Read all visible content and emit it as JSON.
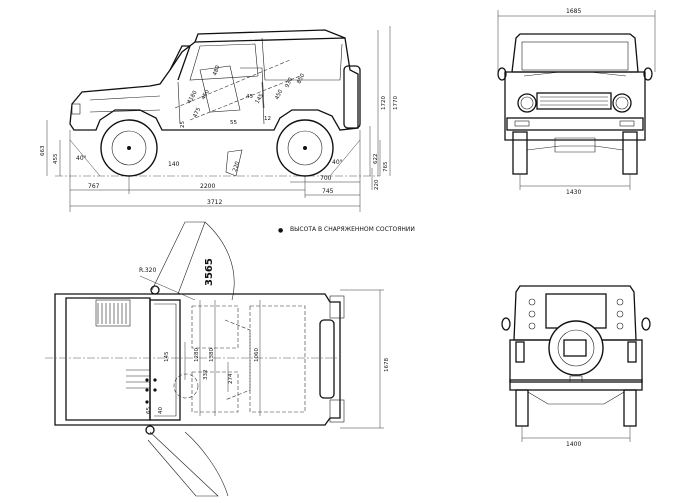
{
  "legend": {
    "marker": "●",
    "text": "ВЫСОТА В СНАРЯЖЕННОМ СОСТОЯНИИ"
  },
  "side_view": {
    "overall_length": "3712",
    "wheelbase": "2200",
    "front_overhang": "767",
    "rear_overhang": "745",
    "rear_track_offset": "700",
    "height_hardtop": "1720",
    "height_overall": "1770",
    "front_height_1": "663",
    "front_height_2": "455",
    "rear_height_1": "622",
    "rear_height_2": "765",
    "ground_clearance": "220",
    "ground_clearance_2": "140",
    "front_angle": "40°",
    "rear_angle": "40°",
    "interior_dims": [
      "480",
      "4180",
      "450",
      "145",
      "55",
      "45",
      "25",
      "12",
      "930",
      "850",
      "450",
      "475"
    ]
  },
  "front_view": {
    "overall_width": "1685",
    "track": "1430"
  },
  "rear_view": {
    "track": "1400"
  },
  "top_view": {
    "turning_radius": "R.320",
    "door_sweep": "3565",
    "overall_width": "1678",
    "inner_dims": [
      "1280",
      "1380",
      "1060",
      "332",
      "274",
      "145",
      "40",
      "65"
    ]
  }
}
